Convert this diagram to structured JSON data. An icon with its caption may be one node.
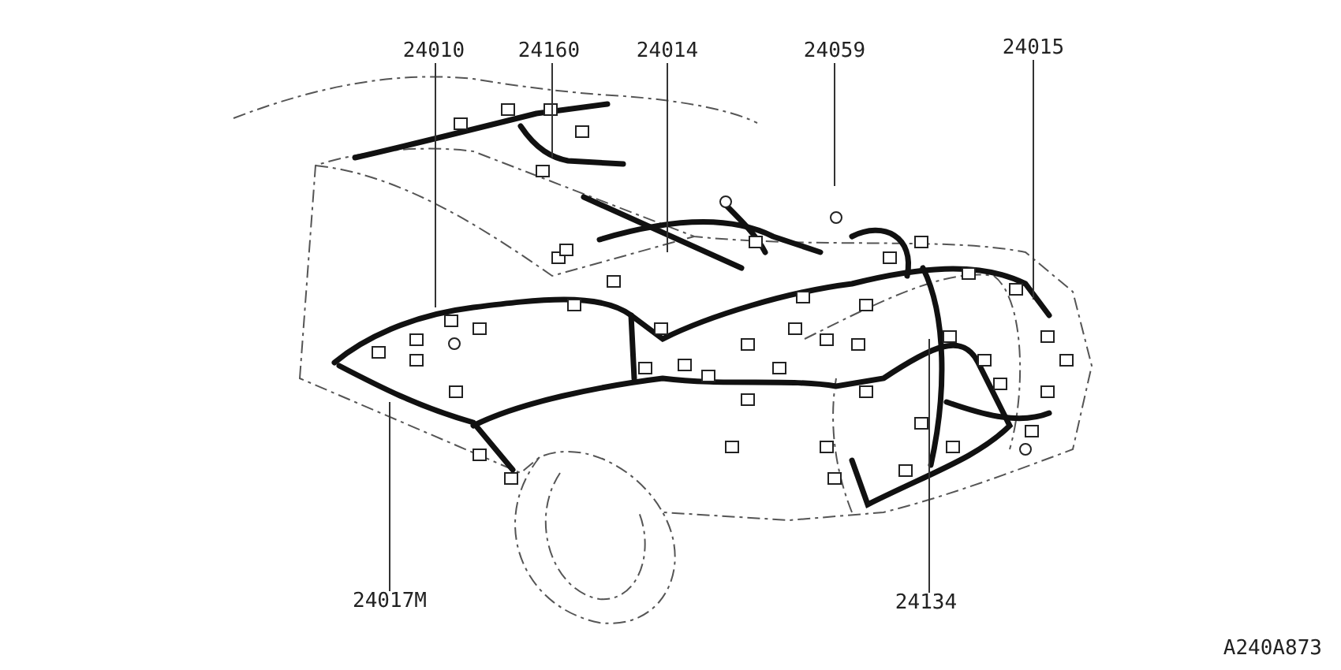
{
  "diagram": {
    "nodes": [
      {
        "text": [
          "24010"
        ]
      },
      {
        "text": [
          "24160"
        ]
      },
      {
        "text": [
          "24014"
        ]
      },
      {
        "text": [
          "24059"
        ]
      },
      {
        "text": [
          "24015"
        ]
      },
      {
        "text": [
          "24017M"
        ]
      },
      {
        "text": [
          "24134"
        ]
      }
    ],
    "edges": [
      {
        "from": 0,
        "to": null,
        "arrow": "none"
      },
      {
        "from": 1,
        "to": null,
        "arrow": "none"
      },
      {
        "from": 2,
        "to": null,
        "arrow": "none"
      },
      {
        "from": 3,
        "to": null,
        "arrow": "none"
      },
      {
        "from": 4,
        "to": null,
        "arrow": "none"
      },
      {
        "from": 5,
        "to": null,
        "arrow": "none"
      },
      {
        "from": 6,
        "to": null,
        "arrow": "none"
      }
    ],
    "labels": [
      "A240A873"
    ]
  }
}
